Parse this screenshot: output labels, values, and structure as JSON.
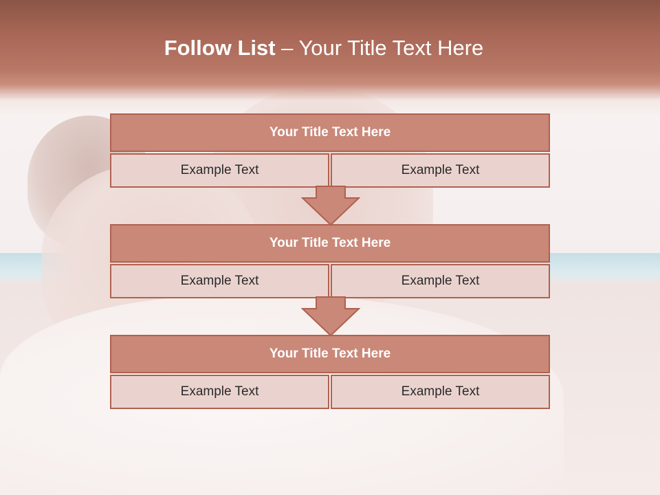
{
  "slide": {
    "title_bold": "Follow List",
    "title_rest": " – Your Title Text Here"
  },
  "steps": [
    {
      "title": "Your Title Text Here",
      "left": "Example Text",
      "right": "Example Text"
    },
    {
      "title": "Your Title Text Here",
      "left": "Example Text",
      "right": "Example Text"
    },
    {
      "title": "Your Title Text Here",
      "left": "Example Text",
      "right": "Example Text"
    }
  ],
  "colors": {
    "header": "#a96757",
    "box_head": "#c98878",
    "box_cell": "#ead3cf",
    "border": "#b0614f",
    "arrow_fill": "#c98878"
  },
  "icons": [
    "down-arrow-icon"
  ]
}
